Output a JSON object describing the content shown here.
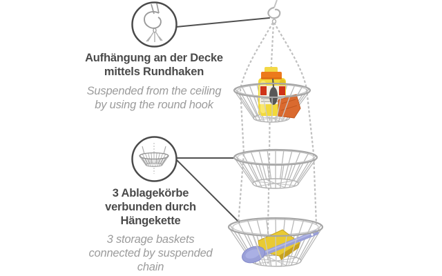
{
  "annotations": {
    "hook": {
      "de": [
        "Aufhängung an der Decke",
        "mittels Rundhaken"
      ],
      "en": [
        "Suspended from the ceiling",
        "by using the round hook"
      ]
    },
    "baskets": {
      "de": [
        "3 Ablagekörbe",
        "verbunden durch",
        "Hängekette"
      ],
      "en": [
        "3 storage baskets",
        "connected by suspended",
        "chain"
      ]
    }
  },
  "icons": {
    "hook_detail": "round-hook-detail-icon",
    "basket_detail": "wire-basket-detail-icon"
  },
  "colors": {
    "background": "#ffffff",
    "text_primary": "#4a4a4a",
    "text_secondary": "#9b9b9b",
    "callout_line": "#4f4f4f",
    "wire_metal": "#b8b8b8",
    "chain": "#bfbfbf",
    "bottle_yellow": "#f2d93b",
    "bottle_cap_orange": "#ec7a1c",
    "label_red": "#cf3318",
    "sponge_orange": "#da6a2f",
    "sponge_yellow": "#e9ca33",
    "spoon_periwinkle": "#9aa0d8"
  }
}
